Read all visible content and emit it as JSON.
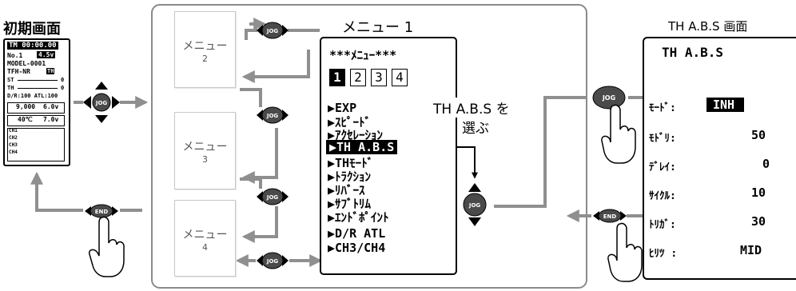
{
  "home_screen": {
    "title": "初期画面",
    "lcd": {
      "line1": "TM 00:00.00",
      "model_no": "No.1",
      "voltage": "4.5v",
      "model_name": "MODEL-0001",
      "line4": "TFH-NR",
      "line4_badge": "TH",
      "st_label": "ST",
      "st_value": "0",
      "th_label": "TH",
      "th_value": "0",
      "dr_atl": "D/R:100 ATL:100",
      "cell_a": "9,000",
      "cell_b": "6.0v",
      "cell_c": "40℃",
      "cell_d": "7.0v",
      "ch_labels": [
        "CH1",
        "CH2",
        "CH3",
        "CH4"
      ]
    }
  },
  "menu1": {
    "title": "メニュー 1",
    "header": "***ﾒﾆｭｰ***",
    "pages": [
      "1",
      "2",
      "3",
      "4"
    ],
    "items": [
      "▶EXP",
      "▶ｽﾋﾟｰﾄﾞ",
      "▶ｱｸｾﾚｰｼｮﾝ",
      "▶TH A.B.S",
      "▶THﾓｰﾄﾞ",
      "▶ﾄﾗｸｼｮﾝ",
      "▶ﾘﾊﾞｰｽ",
      "▶ｻﾌﾞﾄﾘﾑ",
      "▶ｴﾝﾄﾞﾎﾟｲﾝﾄ",
      "▶D/R ATL",
      "▶CH3/CH4"
    ],
    "selected_index": 3
  },
  "sub_menus": [
    {
      "label": "メニュー",
      "num": "2"
    },
    {
      "label": "メニュー",
      "num": "3"
    },
    {
      "label": "メニュー",
      "num": "4"
    }
  ],
  "annotation": {
    "line1": "TH A.B.S を",
    "line2": "選ぶ"
  },
  "th_abs_screen": {
    "title": "TH A.B.S 画面",
    "lcd_title": "TH A.B.S",
    "rows": [
      {
        "label": "ﾓｰﾄﾞ:",
        "value": "INH",
        "highlight": true
      },
      {
        "label": "ﾓﾄﾞﾘ:",
        "value": "50",
        "highlight": false
      },
      {
        "label": "ﾃﾞﾚｲ:",
        "value": "0",
        "highlight": false
      },
      {
        "label": "ｻｲｸﾙ:",
        "value": "10",
        "highlight": false
      },
      {
        "label": "ﾄﾘｶﾞ:",
        "value": "30",
        "highlight": false
      },
      {
        "label": "ﾋﾘﾂ :",
        "value": "MID",
        "highlight": false
      }
    ]
  },
  "buttons": {
    "jog": "JOG",
    "end": "END"
  },
  "colors": {
    "arrow": "#8f8f8f",
    "frame": "#7d7d7d",
    "button_dark": "#4a4a4a",
    "lcd_border": "#000000"
  }
}
